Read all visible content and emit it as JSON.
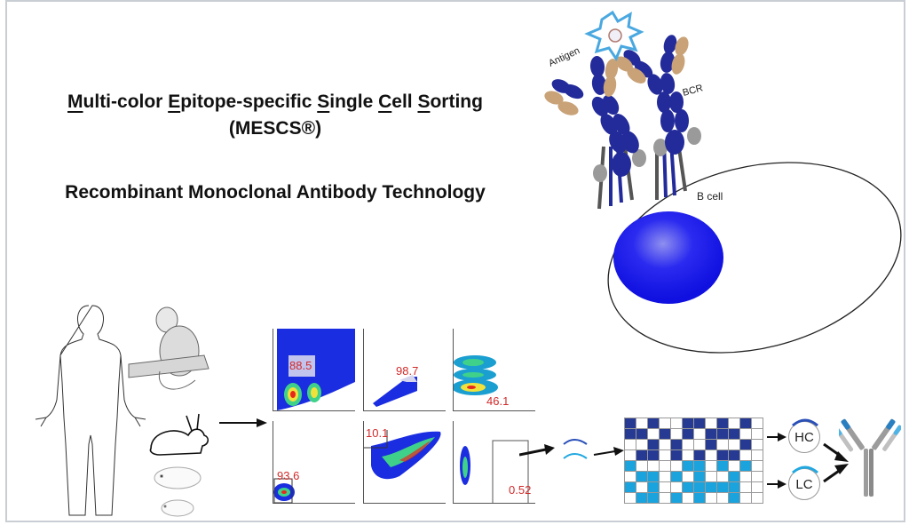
{
  "title": {
    "line1_segments": [
      {
        "u": "M",
        "rest": "ulti-color "
      },
      {
        "u": "E",
        "rest": "pitope-specific "
      },
      {
        "u": "S",
        "rest": "ingle "
      },
      {
        "u": "C",
        "rest": "ell "
      },
      {
        "u": "S",
        "rest": "orting"
      }
    ],
    "line2": "(MESCS®)",
    "line3": "Recombinant Monoclonal Antibody Technology"
  },
  "bcell_diagram": {
    "antigen_label": "Antigen",
    "bcr_label": "BCR",
    "cell_label": "B cell",
    "colors": {
      "heavy_chain": "#232b9a",
      "light_chain": "#c9a277",
      "signal": "#9a9a9a",
      "nucleus": "#1a1ae6",
      "antigen": "#4aa8e0"
    }
  },
  "sources": {
    "items": [
      "human",
      "monkey",
      "rabbit",
      "guinea-pig",
      "mouse"
    ]
  },
  "flow_plots": {
    "values": [
      "88.5",
      "98.7",
      "46.1",
      "93.6",
      "10.1",
      "0.52"
    ]
  },
  "plate": {
    "rows": 8,
    "cols": 12,
    "pattern": [
      "DWDWWDDWDWDW",
      "DDWDWDWDDDWW",
      "WWDWDWWDWWDW",
      "WDDWDWDWDDWW",
      "LWWWWLLWLWLW",
      "WLLWLWLWWLWW",
      "LWLWWLLLLLWW",
      "WLLWLWLWWLWW"
    ],
    "colors": {
      "heavy": "#263a93",
      "light": "#1aa3dd"
    }
  },
  "chains": {
    "heavy_label": "HC",
    "light_label": "LC",
    "heavy_color": "#2a50b8",
    "light_color": "#22a8e0"
  }
}
